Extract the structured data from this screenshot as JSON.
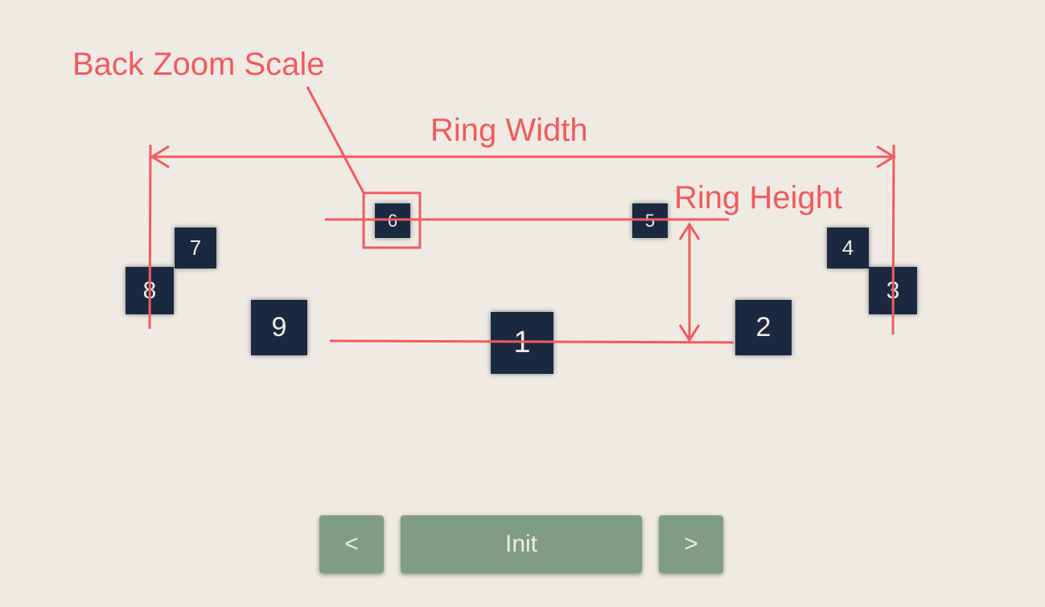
{
  "cards": [
    "1",
    "2",
    "3",
    "4",
    "5",
    "6",
    "7",
    "8",
    "9"
  ],
  "annotations": {
    "back_zoom_scale": "Back Zoom Scale",
    "ring_width": "Ring Width",
    "ring_height": "Ring Height"
  },
  "controls": {
    "prev": "<",
    "init": "Init",
    "next": ">"
  },
  "colors": {
    "background": "#efebe4",
    "card": "#1b2940",
    "annotation": "#f25a5e",
    "button": "#809d84"
  }
}
